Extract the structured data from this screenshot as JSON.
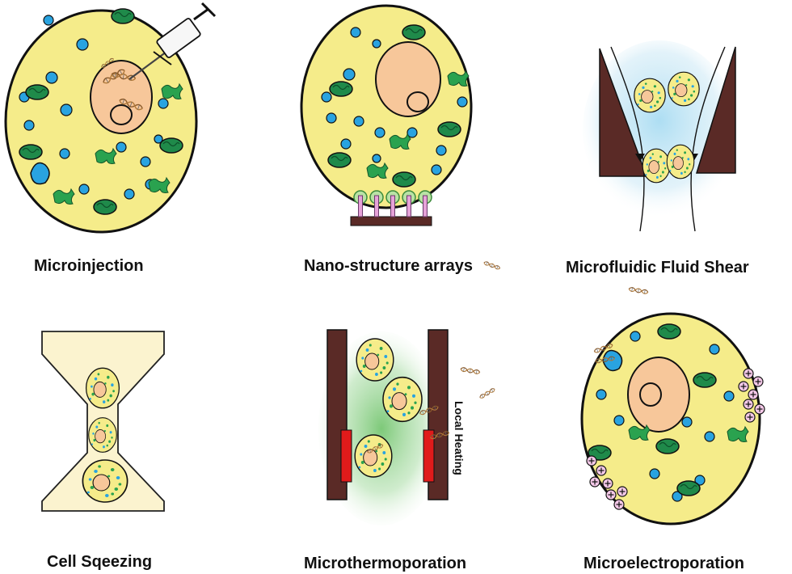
{
  "panels": [
    {
      "id": "microinjection",
      "caption": "Microinjection"
    },
    {
      "id": "nano-structure",
      "caption": "Nano-structure arrays"
    },
    {
      "id": "fluid-shear",
      "caption": "Microfluidic Fluid Shear"
    },
    {
      "id": "cell-squeezing",
      "caption": "Cell Sqeezing"
    },
    {
      "id": "microthermoporation",
      "caption": "Microthermoporation",
      "annotation": "Local Heating"
    },
    {
      "id": "microelectroporation",
      "caption": "Microelectroporation"
    }
  ],
  "colors": {
    "cytoplasm": "#f5ec8a",
    "nucleus": "#f7c79a",
    "organelle_blue": "#29a3e0",
    "mitochondria": "#1f8a4a",
    "wall": "#5a2a26",
    "heater": "#e01b1b",
    "shear_glow": "#bfe6f5",
    "heat_glow": "#8fd08a"
  }
}
